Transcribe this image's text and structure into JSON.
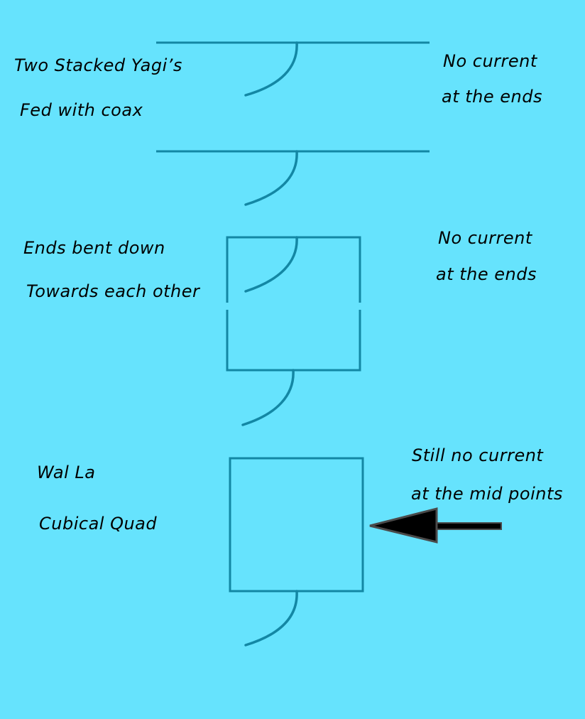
{
  "colors": {
    "background": "#66e3fd",
    "antenna_wire": "#1387a4",
    "text": "#000000",
    "arrow_fill": "#000000",
    "arrow_outline": "#4a4a4a"
  },
  "section1": {
    "title_line1": "Two Stacked Yagi’s",
    "title_line2": "Fed with coax",
    "note_line1": "No current",
    "note_line2": "at the ends"
  },
  "section2": {
    "title_line1": "Ends bent down",
    "title_line2": "Towards each other",
    "note_line1": "No current",
    "note_line2": "at the ends"
  },
  "section3": {
    "title_line1": "Wal La",
    "title_line2": "Cubical Quad",
    "note_line1": "Still no current",
    "note_line2": "at the mid points",
    "arrow_icon": "left-arrow-icon"
  }
}
